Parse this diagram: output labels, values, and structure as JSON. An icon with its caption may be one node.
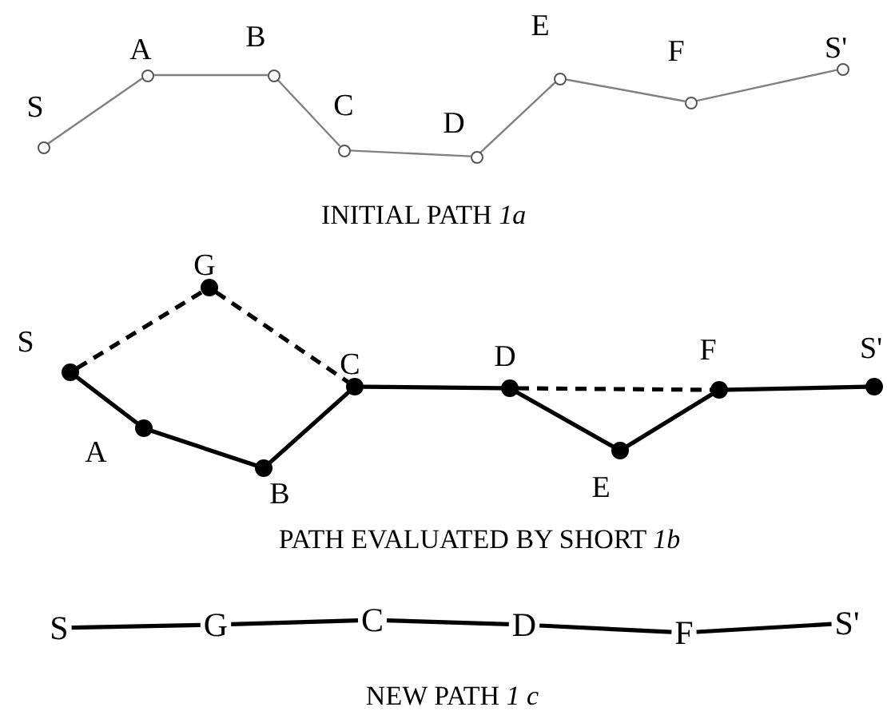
{
  "diagram": {
    "nodes": [
      {
        "text": [],
        "shape": "circle",
        "beside": [
          "S"
        ]
      },
      {
        "text": [],
        "shape": "circle",
        "beside": [
          "A"
        ]
      },
      {
        "text": [],
        "shape": "circle",
        "beside": [
          "B"
        ]
      },
      {
        "text": [],
        "shape": "circle",
        "beside": [
          "C"
        ]
      },
      {
        "text": [],
        "shape": "circle",
        "beside": [
          "D"
        ]
      },
      {
        "text": [],
        "shape": "circle",
        "beside": [
          "E"
        ]
      },
      {
        "text": [],
        "shape": "circle",
        "beside": [
          "F"
        ]
      },
      {
        "text": [],
        "shape": "circle",
        "beside": [
          "S'"
        ]
      },
      {
        "text": [],
        "shape": "circle",
        "beside": [
          "S"
        ]
      },
      {
        "text": [],
        "shape": "circle",
        "beside": [
          "G"
        ]
      },
      {
        "text": [],
        "shape": "circle",
        "beside": [
          "A"
        ]
      },
      {
        "text": [],
        "shape": "circle",
        "beside": [
          "B"
        ]
      },
      {
        "text": [],
        "shape": "circle",
        "beside": [
          "C"
        ]
      },
      {
        "text": [],
        "shape": "circle",
        "beside": [
          "D"
        ]
      },
      {
        "text": [],
        "shape": "circle",
        "beside": [
          "E"
        ]
      },
      {
        "text": [],
        "shape": "circle",
        "beside": [
          "F"
        ]
      },
      {
        "text": [],
        "shape": "circle",
        "beside": [
          "S'"
        ]
      },
      {
        "text": [
          "S"
        ]
      },
      {
        "text": [
          "G"
        ]
      },
      {
        "text": [
          "C"
        ]
      },
      {
        "text": [
          "D"
        ]
      },
      {
        "text": [
          "F"
        ]
      },
      {
        "text": [
          "S'"
        ]
      }
    ],
    "edges": [
      {
        "from": 0,
        "to": 1,
        "arrow": "none",
        "color": "#808080"
      },
      {
        "from": 1,
        "to": 2,
        "arrow": "none",
        "color": "#808080"
      },
      {
        "from": 2,
        "to": 3,
        "arrow": "none",
        "color": "#808080"
      },
      {
        "from": 3,
        "to": 4,
        "arrow": "none",
        "color": "#808080"
      },
      {
        "from": 4,
        "to": 5,
        "arrow": "none",
        "color": "#808080"
      },
      {
        "from": 5,
        "to": 6,
        "arrow": "none",
        "color": "#808080"
      },
      {
        "from": 6,
        "to": 7,
        "arrow": "none",
        "color": "#808080"
      },
      {
        "from": 8,
        "to": 9,
        "arrow": "none",
        "style": "dashed"
      },
      {
        "from": 9,
        "to": 12,
        "arrow": "none",
        "style": "dashed"
      },
      {
        "from": 8,
        "to": 10,
        "arrow": "none"
      },
      {
        "from": 10,
        "to": 11,
        "arrow": "none"
      },
      {
        "from": 11,
        "to": 12,
        "arrow": "none"
      },
      {
        "from": 12,
        "to": 13,
        "arrow": "none"
      },
      {
        "from": 13,
        "to": 15,
        "arrow": "none",
        "style": "dashed"
      },
      {
        "from": 13,
        "to": 14,
        "arrow": "none"
      },
      {
        "from": 14,
        "to": 15,
        "arrow": "none"
      },
      {
        "from": 15,
        "to": 16,
        "arrow": "none"
      },
      {
        "from": 17,
        "to": 18,
        "arrow": "none"
      },
      {
        "from": 18,
        "to": 19,
        "arrow": "none"
      },
      {
        "from": 19,
        "to": 20,
        "arrow": "none"
      },
      {
        "from": 20,
        "to": 21,
        "arrow": "none"
      },
      {
        "from": 21,
        "to": 22,
        "arrow": "none"
      }
    ],
    "labels": [
      "INITIAL PATH *1a*",
      "PATH EVALUATED BY SHORT *1b*",
      "NEW PATH *1 c*"
    ]
  }
}
